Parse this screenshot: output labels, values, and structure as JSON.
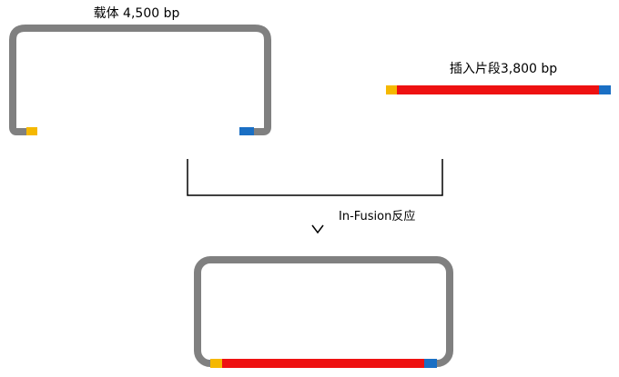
{
  "diagram": {
    "vector_label": "载体 4,500 bp",
    "insert_label": "插入片段3,800 bp",
    "reaction_label": "In-Fusion反应"
  },
  "colors": {
    "backbone": "#808080",
    "insert": "#ee1111",
    "left_end": "#f5b800",
    "right_end": "#1a6fc4",
    "line": "#000000"
  }
}
